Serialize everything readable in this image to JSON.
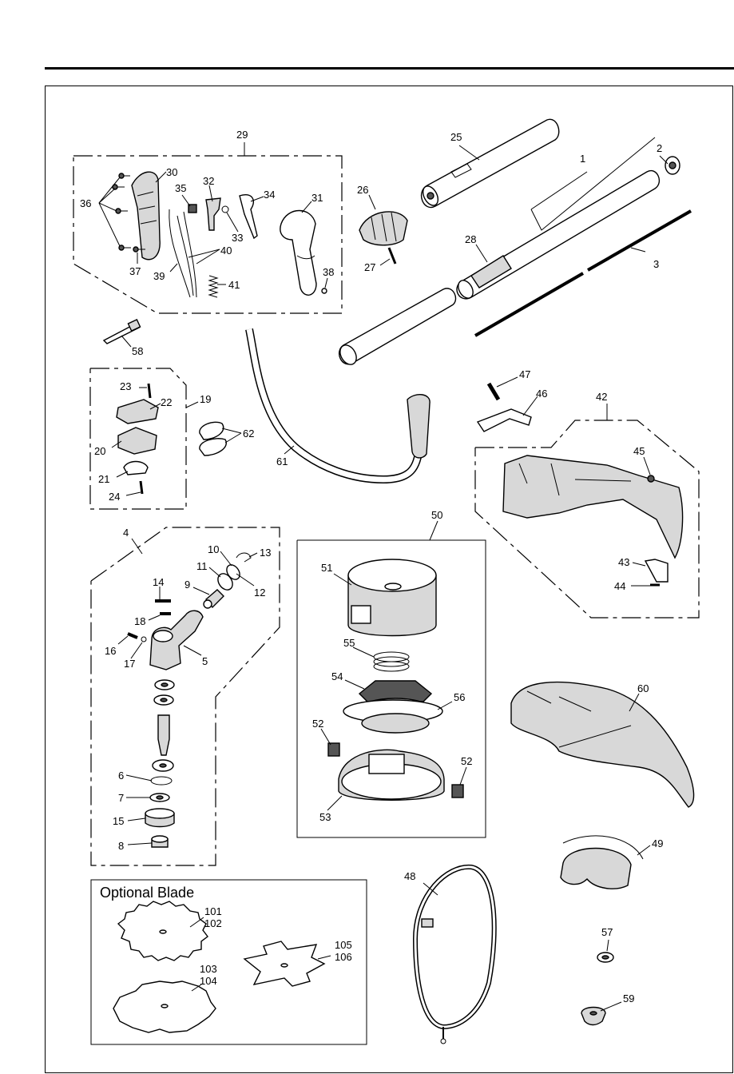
{
  "callouts": {
    "c1": "1",
    "c2": "2",
    "c3": "3",
    "c4": "4",
    "c5": "5",
    "c6": "6",
    "c7": "7",
    "c8": "8",
    "c9": "9",
    "c10": "10",
    "c11": "11",
    "c12": "12",
    "c13": "13",
    "c14": "14",
    "c15": "15",
    "c16": "16",
    "c17": "17",
    "c18": "18",
    "c19": "19",
    "c20": "20",
    "c21": "21",
    "c22": "22",
    "c23": "23",
    "c24": "24",
    "c25": "25",
    "c26": "26",
    "c27": "27",
    "c28": "28",
    "c29": "29",
    "c30": "30",
    "c31": "31",
    "c32": "32",
    "c33": "33",
    "c34": "34",
    "c35": "35",
    "c36": "36",
    "c37": "37",
    "c38": "38",
    "c39": "39",
    "c40": "40",
    "c41": "41",
    "c42": "42",
    "c43": "43",
    "c44": "44",
    "c45": "45",
    "c46": "46",
    "c47": "47",
    "c48": "48",
    "c49": "49",
    "c50": "50",
    "c51": "51",
    "c52a": "52",
    "c52b": "52",
    "c53": "53",
    "c54": "54",
    "c55": "55",
    "c56": "56",
    "c57": "57",
    "c58": "58",
    "c59": "59",
    "c60": "60",
    "c61": "61",
    "c62": "62",
    "c101": "101",
    "c102": "102",
    "c103": "103",
    "c104": "104",
    "c105": "105",
    "c106": "106"
  },
  "optional_blade": {
    "title": "Optional Blade"
  }
}
